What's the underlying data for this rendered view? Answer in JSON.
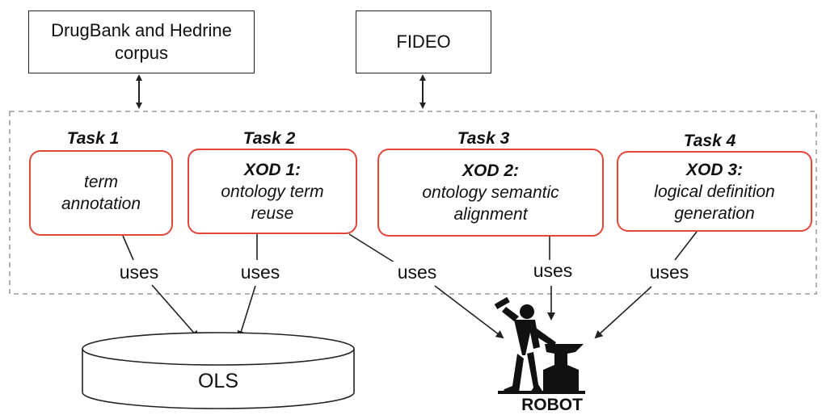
{
  "sources": [
    {
      "label": "DrugBank and Hedrine corpus"
    },
    {
      "label": "FIDEO"
    }
  ],
  "tasks": [
    {
      "header": "Task 1",
      "title": "",
      "body": "term annotation"
    },
    {
      "header": "Task 2",
      "title": "XOD 1:",
      "body": "ontology term reuse"
    },
    {
      "header": "Task 3",
      "title": "XOD 2:",
      "body": "ontology semantic alignment"
    },
    {
      "header": "Task 4",
      "title": "XOD 3:",
      "body": "logical definition generation"
    }
  ],
  "relation_label": "uses",
  "targets": {
    "ols": "OLS",
    "robot": "ROBOT"
  },
  "colors": {
    "task_border": "#e0463a",
    "line": "#222222",
    "dashed": "#888888"
  }
}
